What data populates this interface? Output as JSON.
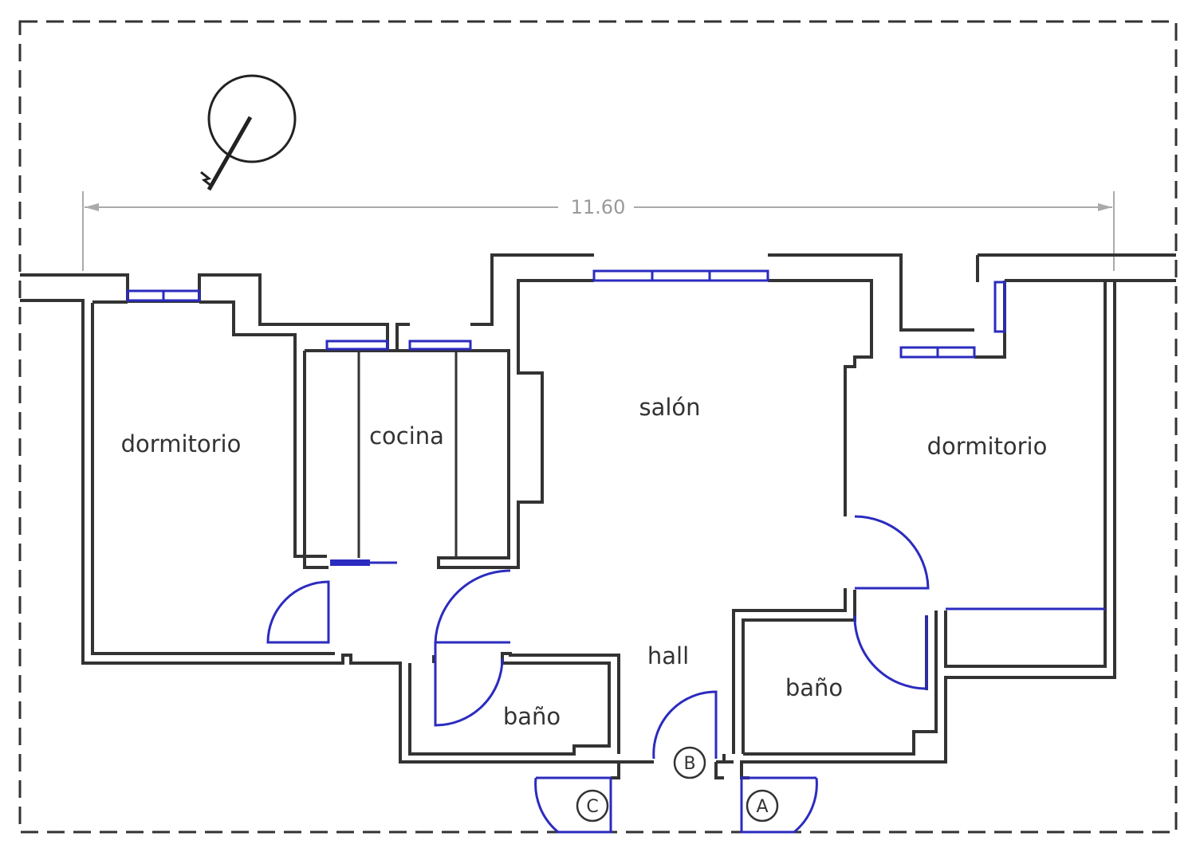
{
  "plan": {
    "dimension_label": "11.60",
    "rooms": {
      "dormitorio_left": "dormitorio",
      "cocina": "cocina",
      "salon": "salón",
      "dormitorio_right": "dormitorio",
      "hall": "hall",
      "bano_left": "baño",
      "bano_right": "baño"
    },
    "entrances": {
      "a": "A",
      "b": "B",
      "c": "C"
    }
  },
  "colors": {
    "wall": "#333333",
    "window_door": "#2b2bbf",
    "dimension": "#aaaaaa",
    "border": "#333333"
  }
}
